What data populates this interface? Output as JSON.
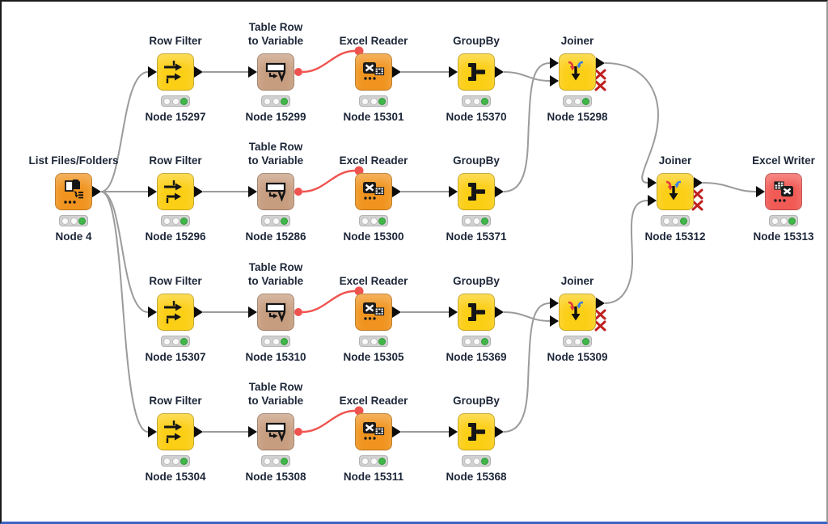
{
  "app": {
    "name": "KNIME workflow editor canvas"
  },
  "colors": {
    "node_yellow": "#fccf17",
    "node_orange": "#f0941f",
    "node_tan": "#c79d7f",
    "node_red": "#f15a55",
    "status_green": "#41b649",
    "edge_gray": "#9b9b9b",
    "flow_variable_red": "#f0534f",
    "error_x_red": "#bf1f1f",
    "label_text": "#1c2638",
    "canvas_bottom_border": "#3e63c4"
  },
  "icons": [
    "list-files-icon",
    "row-filter-icon",
    "table-row-to-variable-icon",
    "excel-reader-icon",
    "groupby-icon",
    "joiner-icon",
    "excel-writer-icon",
    "traffic-light",
    "data-port-triangle",
    "flow-variable-port-circle",
    "error-x-icon"
  ],
  "workflow": {
    "nodes": [
      {
        "title": "List Files/Folders",
        "label": "Node 4",
        "type": "List Files/Folders",
        "status": "green"
      },
      {
        "title": "Row Filter",
        "label": "Node 15297",
        "type": "Row Filter",
        "status": "green"
      },
      {
        "title": "Table Row\nto Variable",
        "label": "Node 15299",
        "type": "Table Row to Variable",
        "status": "green"
      },
      {
        "title": "Excel Reader",
        "label": "Node 15301",
        "type": "Excel Reader",
        "status": "green"
      },
      {
        "title": "GroupBy",
        "label": "Node 15370",
        "type": "GroupBy",
        "status": "green"
      },
      {
        "title": "Joiner",
        "label": "Node 15298",
        "type": "Joiner",
        "status": "green"
      },
      {
        "title": "Row Filter",
        "label": "Node 15296",
        "type": "Row Filter",
        "status": "green"
      },
      {
        "title": "Table Row\nto Variable",
        "label": "Node 15286",
        "type": "Table Row to Variable",
        "status": "green"
      },
      {
        "title": "Excel Reader",
        "label": "Node 15300",
        "type": "Excel Reader",
        "status": "green"
      },
      {
        "title": "GroupBy",
        "label": "Node 15371",
        "type": "GroupBy",
        "status": "green"
      },
      {
        "title": "Row Filter",
        "label": "Node 15307",
        "type": "Row Filter",
        "status": "green"
      },
      {
        "title": "Table Row\nto Variable",
        "label": "Node 15310",
        "type": "Table Row to Variable",
        "status": "green"
      },
      {
        "title": "Excel Reader",
        "label": "Node 15305",
        "type": "Excel Reader",
        "status": "green"
      },
      {
        "title": "GroupBy",
        "label": "Node 15369",
        "type": "GroupBy",
        "status": "green"
      },
      {
        "title": "Joiner",
        "label": "Node 15309",
        "type": "Joiner",
        "status": "green"
      },
      {
        "title": "Row Filter",
        "label": "Node 15304",
        "type": "Row Filter",
        "status": "green"
      },
      {
        "title": "Table Row\nto Variable",
        "label": "Node 15308",
        "type": "Table Row to Variable",
        "status": "green"
      },
      {
        "title": "Excel Reader",
        "label": "Node 15311",
        "type": "Excel Reader",
        "status": "green"
      },
      {
        "title": "GroupBy",
        "label": "Node 15368",
        "type": "GroupBy",
        "status": "green"
      },
      {
        "title": "Joiner",
        "label": "Node 15312",
        "type": "Joiner",
        "status": "green"
      },
      {
        "title": "Excel Writer",
        "label": "Node 15313",
        "type": "Excel Writer",
        "status": "green"
      }
    ]
  }
}
